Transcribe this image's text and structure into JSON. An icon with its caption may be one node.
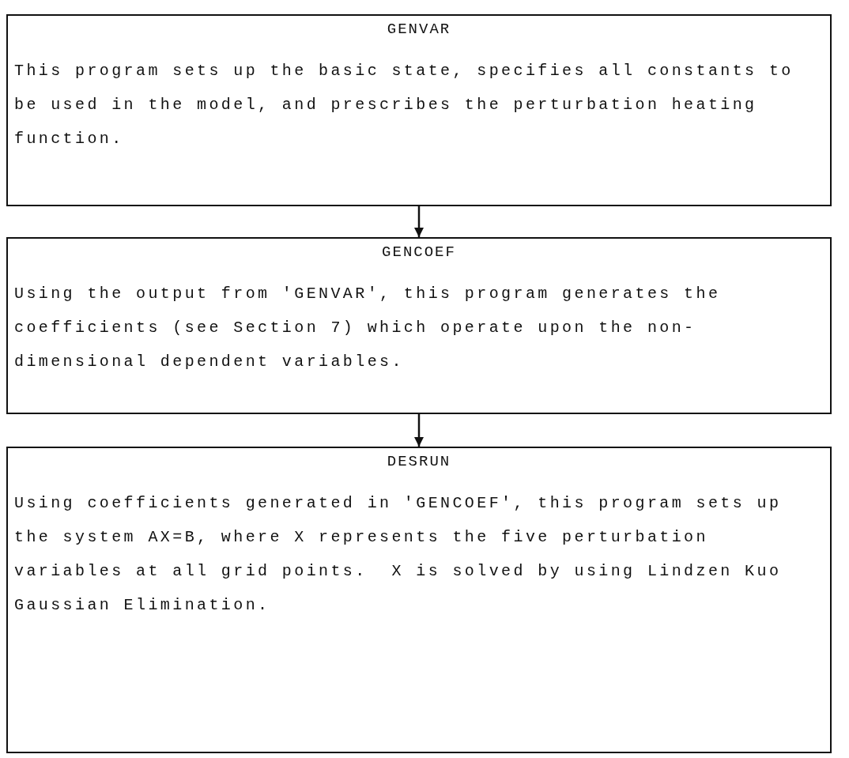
{
  "diagram": {
    "nodes": [
      {
        "text": [
          "GENVAR",
          "This program sets up the basic state, specifies all constants to be used in the model, and prescribes the perturbation heating function."
        ]
      },
      {
        "text": [
          "GENCOEF",
          "Using the output from 'GENVAR', this program generates the coefficients (see Section 7) which operate upon the non-dimensional dependent variables."
        ]
      },
      {
        "text": [
          "DESRUN",
          "Using coefficients generated in 'GENCOEF', this program sets up the system AX=B, where X represents the five perturbation variables at all grid points.  X is solved by using Lindzen Kuo Gaussian Elimination."
        ]
      }
    ],
    "edges": [
      {
        "from": 0,
        "to": 1,
        "arrow": "to"
      },
      {
        "from": 1,
        "to": 2,
        "arrow": "to"
      }
    ]
  }
}
